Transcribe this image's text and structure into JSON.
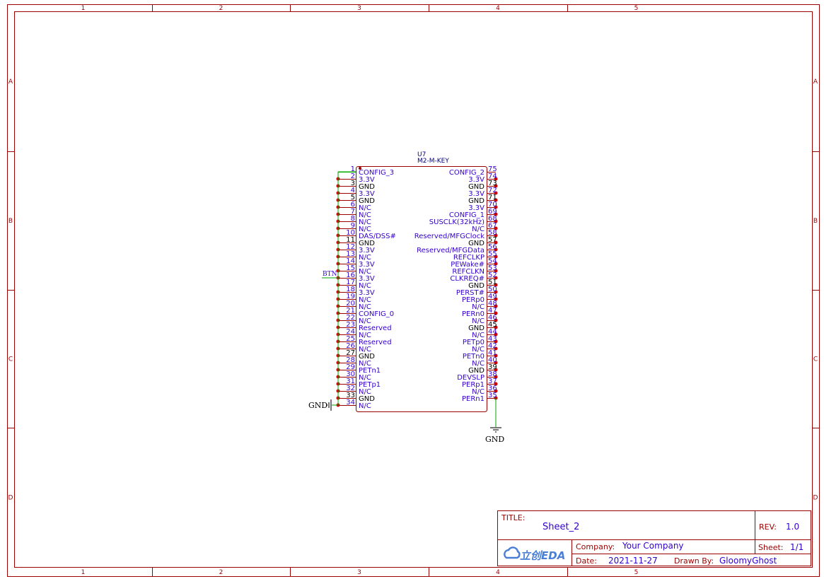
{
  "frame": {
    "columns": [
      "1",
      "2",
      "3",
      "4",
      "5"
    ],
    "rows": [
      "A",
      "B",
      "C",
      "D"
    ]
  },
  "component": {
    "ref": "U7",
    "value": "M2-M-KEY",
    "left_pins": [
      {
        "num": "1",
        "name": "CONFIG_3"
      },
      {
        "num": "2",
        "name": "3.3V"
      },
      {
        "num": "3",
        "name": "GND"
      },
      {
        "num": "4",
        "name": "3.3V"
      },
      {
        "num": "5",
        "name": "GND"
      },
      {
        "num": "6",
        "name": "N/C"
      },
      {
        "num": "7",
        "name": "N/C"
      },
      {
        "num": "8",
        "name": "N/C"
      },
      {
        "num": "9",
        "name": "N/C"
      },
      {
        "num": "10",
        "name": "DAS/DSS#"
      },
      {
        "num": "11",
        "name": "GND"
      },
      {
        "num": "12",
        "name": "3.3V"
      },
      {
        "num": "13",
        "name": "N/C"
      },
      {
        "num": "14",
        "name": "3.3V"
      },
      {
        "num": "15",
        "name": "N/C"
      },
      {
        "num": "16",
        "name": "3.3V"
      },
      {
        "num": "17",
        "name": "N/C"
      },
      {
        "num": "18",
        "name": "3.3V"
      },
      {
        "num": "19",
        "name": "N/C"
      },
      {
        "num": "20",
        "name": "N/C"
      },
      {
        "num": "21",
        "name": "CONFIG_0"
      },
      {
        "num": "22",
        "name": "N/C"
      },
      {
        "num": "23",
        "name": "Reserved"
      },
      {
        "num": "24",
        "name": "N/C"
      },
      {
        "num": "25",
        "name": "Reserved"
      },
      {
        "num": "26",
        "name": "N/C"
      },
      {
        "num": "27",
        "name": "GND"
      },
      {
        "num": "28",
        "name": "N/C"
      },
      {
        "num": "29",
        "name": "PETn1"
      },
      {
        "num": "30",
        "name": "N/C"
      },
      {
        "num": "31",
        "name": "PETp1"
      },
      {
        "num": "32",
        "name": "N/C"
      },
      {
        "num": "33",
        "name": "GND"
      },
      {
        "num": "34",
        "name": "N/C"
      }
    ],
    "right_pins": [
      {
        "num": "75",
        "name": "CONFIG_2"
      },
      {
        "num": "74",
        "name": "3.3V"
      },
      {
        "num": "73",
        "name": "GND"
      },
      {
        "num": "72",
        "name": "3.3V"
      },
      {
        "num": "71",
        "name": "GND"
      },
      {
        "num": "70",
        "name": "3.3V"
      },
      {
        "num": "69",
        "name": "CONFIG_1"
      },
      {
        "num": "68",
        "name": "SUSCLK(32kHz)"
      },
      {
        "num": "67",
        "name": "N/C"
      },
      {
        "num": "58",
        "name": "Reserved/MFGClock"
      },
      {
        "num": "57",
        "name": "GND"
      },
      {
        "num": "56",
        "name": "Reserved/MFGData"
      },
      {
        "num": "55",
        "name": "REFCLKP"
      },
      {
        "num": "54",
        "name": "PEWake#"
      },
      {
        "num": "53",
        "name": "REFCLKN"
      },
      {
        "num": "52",
        "name": "CLKREQ#"
      },
      {
        "num": "51",
        "name": "GND"
      },
      {
        "num": "50",
        "name": "PERST#"
      },
      {
        "num": "49",
        "name": "PERp0"
      },
      {
        "num": "48",
        "name": "N/C"
      },
      {
        "num": "47",
        "name": "PERn0"
      },
      {
        "num": "46",
        "name": "N/C"
      },
      {
        "num": "45",
        "name": "GND"
      },
      {
        "num": "44",
        "name": "N/C"
      },
      {
        "num": "43",
        "name": "PETp0"
      },
      {
        "num": "42",
        "name": "N/C"
      },
      {
        "num": "41",
        "name": "PETn0"
      },
      {
        "num": "40",
        "name": "N/C"
      },
      {
        "num": "39",
        "name": "GND"
      },
      {
        "num": "38",
        "name": "DEVSLP"
      },
      {
        "num": "37",
        "name": "PERp1"
      },
      {
        "num": "36",
        "name": "N/C"
      },
      {
        "num": "35",
        "name": "PERn1"
      }
    ]
  },
  "nets": {
    "btn": "BTN",
    "gnd_left": "GND",
    "gnd_right": "GND"
  },
  "title_block": {
    "title_label": "TITLE:",
    "title": "Sheet_2",
    "rev_label": "REV:",
    "rev": "1.0",
    "company_label": "Company:",
    "company": "Your Company",
    "sheet_label": "Sheet:",
    "sheet": "1/1",
    "date_label": "Date:",
    "date": "2021-11-27",
    "drawn_label": "Drawn By:",
    "drawn_by": "GloomyGhost",
    "logo": "立创EDA"
  },
  "colors": {
    "frame": "#990000",
    "wire": "#00aa00",
    "pin_text": "#3300cc",
    "pin_line": "#990000",
    "junction": "#cc0000"
  }
}
